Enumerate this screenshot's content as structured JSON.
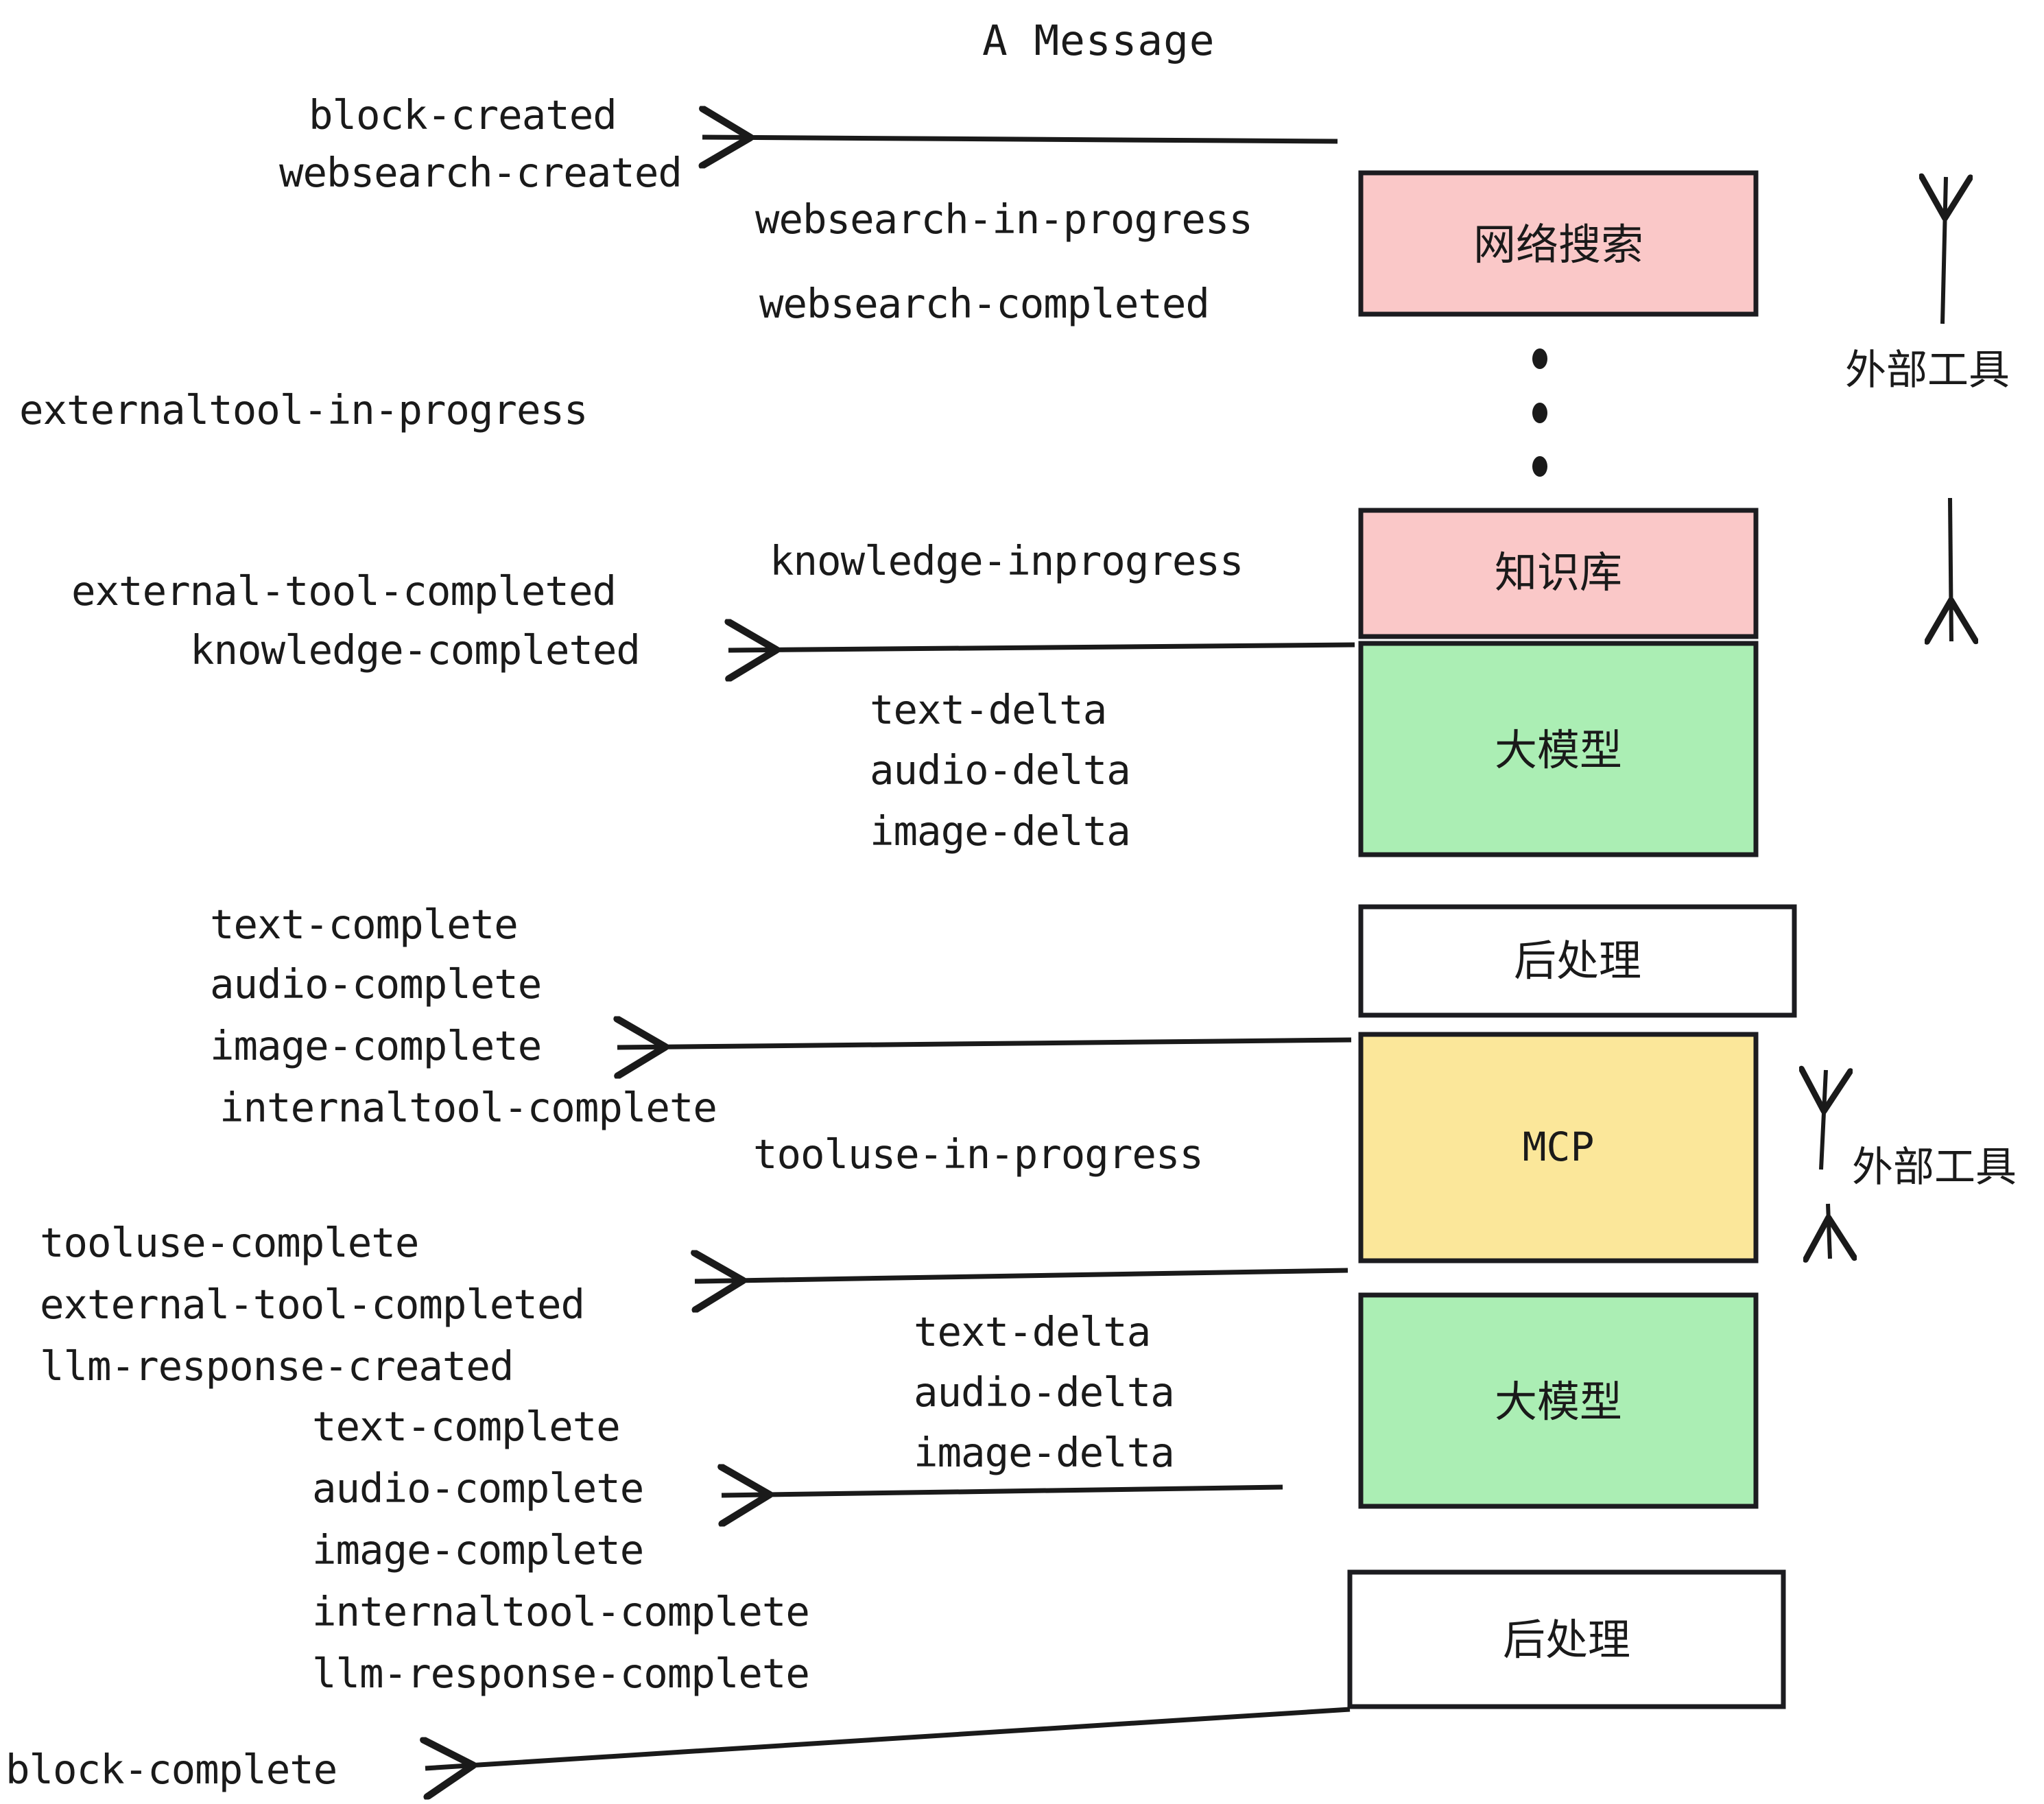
{
  "diagram": {
    "title": "A Message",
    "colors": {
      "external_tool_fill": "#fac8c8",
      "llm_fill": "#abeeb4",
      "mcp_fill": "#fbe79a",
      "postprocess_fill": "#ffffff",
      "stroke": "#1c1c20",
      "text": "#1a1a1a",
      "background": "#ffffff"
    },
    "boxes": [
      {
        "id": "websearch",
        "label": "网络搜索",
        "fill": "#fac8c8",
        "latin": false
      },
      {
        "id": "knowledge",
        "label": "知识库",
        "fill": "#fac8c8",
        "latin": false
      },
      {
        "id": "llm-top",
        "label": "大模型",
        "fill": "#abeeb4",
        "latin": false
      },
      {
        "id": "post-top",
        "label": "后处理",
        "fill": "#ffffff",
        "latin": false
      },
      {
        "id": "mcp",
        "label": "MCP",
        "fill": "#fbe79a",
        "latin": true
      },
      {
        "id": "llm-bottom",
        "label": "大模型",
        "fill": "#abeeb4",
        "latin": false
      },
      {
        "id": "post-bottom",
        "label": "后处理",
        "fill": "#ffffff",
        "latin": false
      }
    ],
    "side_labels": [
      {
        "id": "external-tool-top",
        "text": "外部工具"
      },
      {
        "id": "external-tool-bottom",
        "text": "外部工具"
      }
    ],
    "events": [
      {
        "id": "block-created",
        "text": "block-created"
      },
      {
        "id": "websearch-created",
        "text": "websearch-created"
      },
      {
        "id": "websearch-in-progress",
        "text": "websearch-in-progress"
      },
      {
        "id": "websearch-completed",
        "text": "websearch-completed"
      },
      {
        "id": "externaltool-in-progress",
        "text": "externaltool-in-progress"
      },
      {
        "id": "knowledge-inprogress",
        "text": "knowledge-inprogress"
      },
      {
        "id": "external-tool-completed-1",
        "text": "external-tool-completed"
      },
      {
        "id": "knowledge-completed",
        "text": "knowledge-completed"
      },
      {
        "id": "text-delta-1",
        "text": "text-delta"
      },
      {
        "id": "audio-delta-1",
        "text": "audio-delta"
      },
      {
        "id": "image-delta-1",
        "text": "image-delta"
      },
      {
        "id": "text-complete-1",
        "text": "text-complete"
      },
      {
        "id": "audio-complete-1",
        "text": "audio-complete"
      },
      {
        "id": "image-complete-1",
        "text": "image-complete"
      },
      {
        "id": "internaltool-complete-1",
        "text": "internaltool-complete"
      },
      {
        "id": "tooluse-in-progress",
        "text": "tooluse-in-progress"
      },
      {
        "id": "tooluse-complete",
        "text": "tooluse-complete"
      },
      {
        "id": "external-tool-completed-2",
        "text": "external-tool-completed"
      },
      {
        "id": "llm-response-created",
        "text": "llm-response-created"
      },
      {
        "id": "text-delta-2",
        "text": "text-delta"
      },
      {
        "id": "audio-delta-2",
        "text": "audio-delta"
      },
      {
        "id": "image-delta-2",
        "text": "image-delta"
      },
      {
        "id": "text-complete-2",
        "text": "text-complete"
      },
      {
        "id": "audio-complete-2",
        "text": "audio-complete"
      },
      {
        "id": "image-complete-2",
        "text": "image-complete"
      },
      {
        "id": "internaltool-complete-2",
        "text": "internaltool-complete"
      },
      {
        "id": "llm-response-complete",
        "text": "llm-response-complete"
      },
      {
        "id": "block-complete",
        "text": "block-complete"
      }
    ],
    "ellipsis": {
      "id": "vertical-ellipsis",
      "dots": 3
    }
  }
}
